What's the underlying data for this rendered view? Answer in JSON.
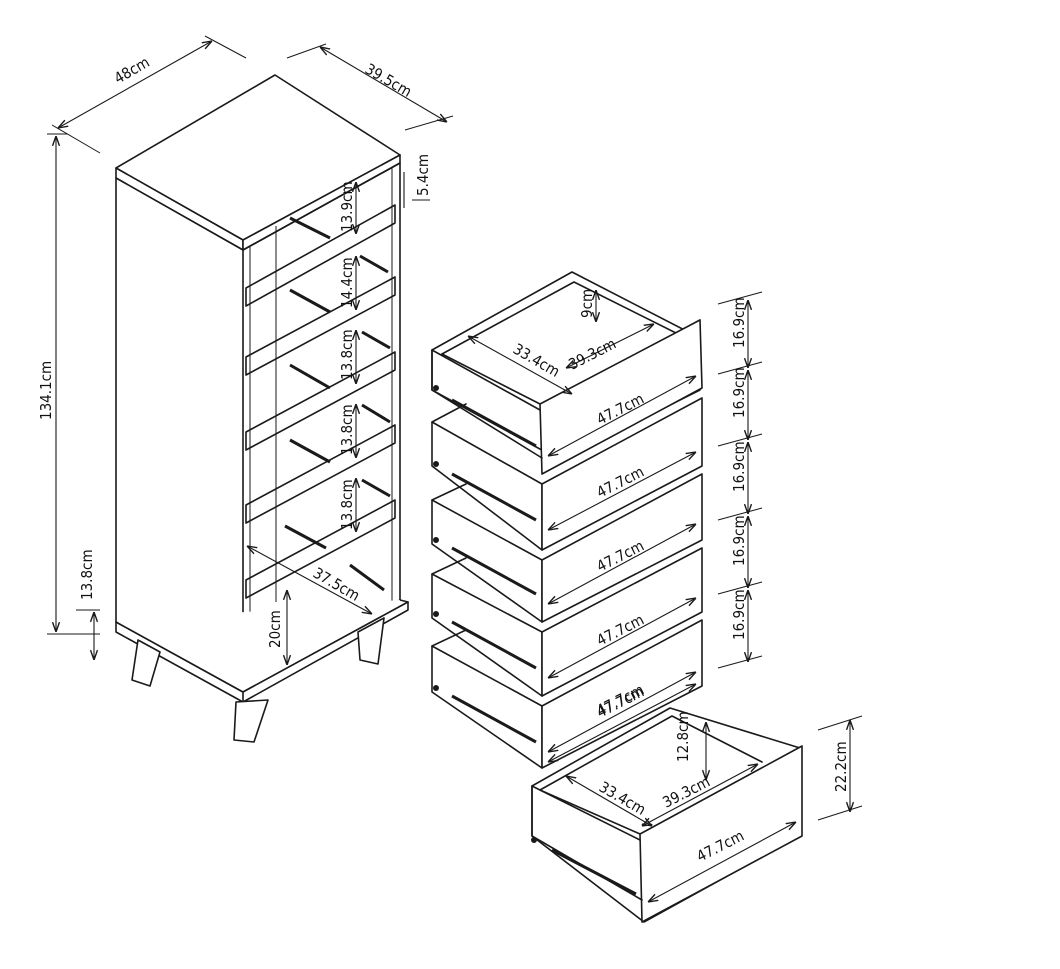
{
  "dimensions": {
    "width": "48cm",
    "depth": "39.5cm",
    "height": "134.1cm",
    "top_thickness": "5.4cm",
    "gap_1": "13.9cm",
    "gap_2": "14.4cm",
    "gap_3": "13.8cm",
    "gap_4": "13.8cm",
    "gap_5": "13.8cm",
    "bottom_clearance": "13.8cm",
    "leg_height": "20cm",
    "inner_depth": "37.5cm"
  },
  "small_drawer": {
    "inner_height": "9cm",
    "inner_width": "33.4cm",
    "inner_depth": "39.3cm",
    "front_width": "47.7cm",
    "front_height": "16.9cm"
  },
  "drawer_fronts": [
    "47.7cm",
    "47.7cm",
    "47.7cm",
    "47.7cm",
    "47.7cm"
  ],
  "drawer_heights": [
    "16.9cm",
    "16.9cm",
    "16.9cm",
    "16.9cm",
    "16.9cm"
  ],
  "large_drawer": {
    "inner_height": "12.8cm",
    "inner_width": "33.4cm",
    "inner_depth": "39.3cm",
    "front_width": "47.7cm",
    "front_height": "22.2cm"
  }
}
